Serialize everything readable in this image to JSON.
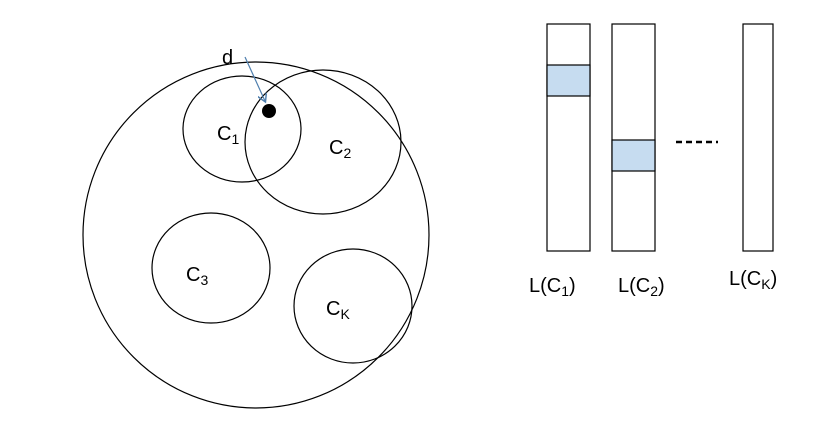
{
  "labels": {
    "d": "d",
    "c1": "C",
    "c1_sub": "1",
    "c2": "C",
    "c2_sub": "2",
    "c3": "C",
    "c3_sub": "3",
    "ck": "C",
    "ck_sub": "K"
  },
  "lists": [
    {
      "label_main": "L(C",
      "label_sub": "1",
      "label_close": ")"
    },
    {
      "label_main": "L(C",
      "label_sub": "2",
      "label_close": ")"
    },
    {
      "label_main": "L(C",
      "label_sub": "K",
      "label_close": ")"
    }
  ],
  "colors": {
    "stroke": "#000000",
    "highlight": "#c6dcf0",
    "arrow": "#4f7fae",
    "point": "#000000"
  }
}
